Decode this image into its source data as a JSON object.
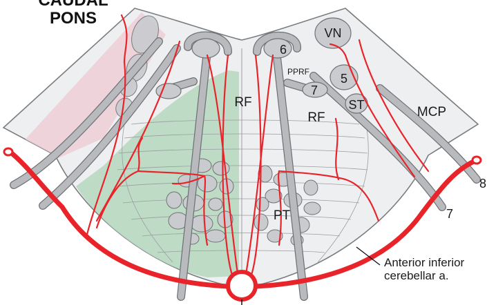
{
  "title": {
    "line1": "CAUDAL",
    "line2": "PONS"
  },
  "labels": {
    "vn": "VN",
    "six": "6",
    "pprf": "PPRF",
    "seven_nucleus": "7",
    "five": "5",
    "st": "ST",
    "rf_left": "RF",
    "rf_right": "RF",
    "mcp": "MCP",
    "pt": "PT",
    "nerve_8": "8",
    "nerve_7": "7"
  },
  "annotation": {
    "line1": "Anterior inferior",
    "line2": "cerebellar a."
  },
  "colors": {
    "artery_red": "#e8242a",
    "tract_gray": "#b8babd",
    "nucleus_gray": "#c9cbce",
    "outline_gray": "#7a7d80",
    "infarct_green": "#b5d7be",
    "lateral_pink": "#eeccd5",
    "tissue_fill": "#eeeff0"
  }
}
